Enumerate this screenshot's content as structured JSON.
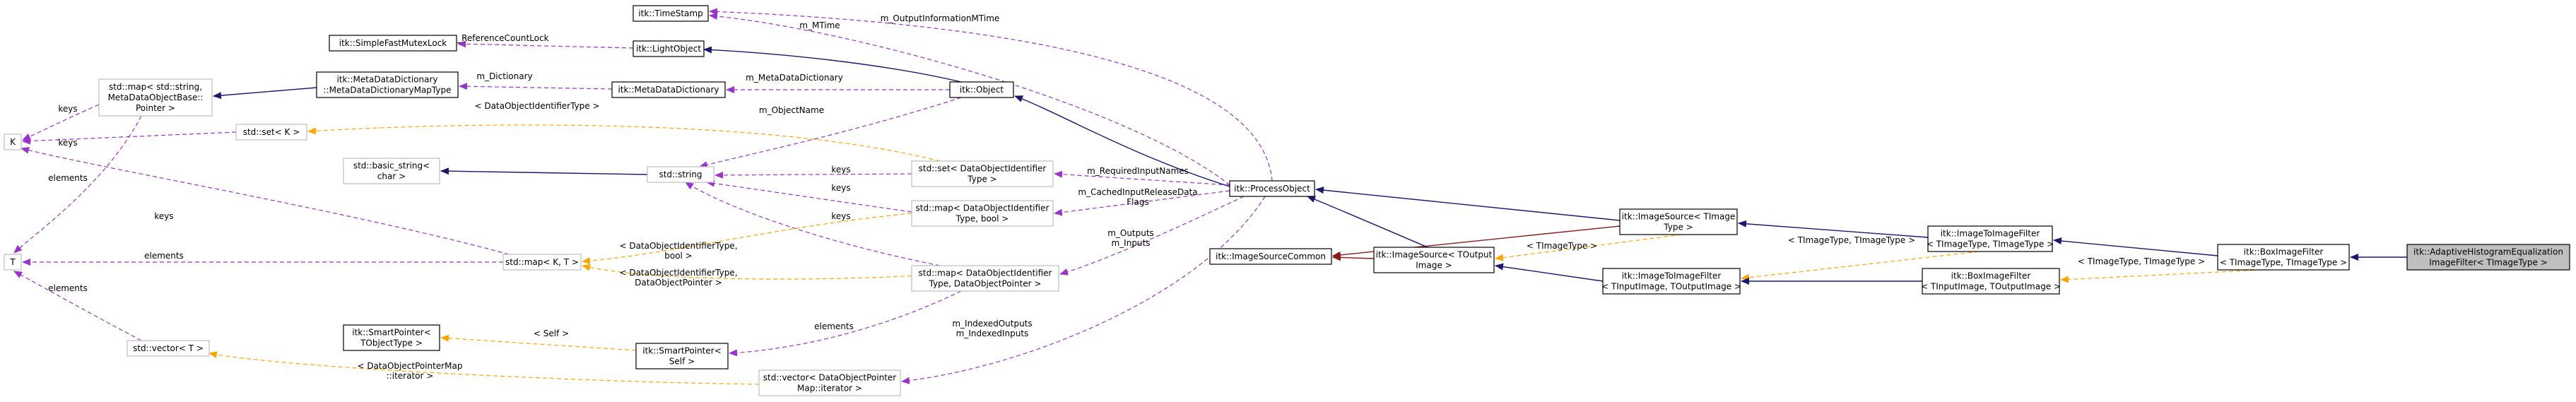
{
  "nodes": {
    "timestamp": [
      "itk::TimeStamp"
    ],
    "simplefastmutexlock": [
      "itk::SimpleFastMutexLock"
    ],
    "lightobject": [
      "itk::LightObject"
    ],
    "stdmap_string": [
      "std::map< std::string,",
      "MetaDataObjectBase::",
      "Pointer >"
    ],
    "mdd_maptype": [
      "itk::MetaDataDictionary",
      "::MetaDataDictionaryMapType"
    ],
    "metadatadictionary": [
      "itk::MetaDataDictionary"
    ],
    "object": [
      "itk::Object"
    ],
    "k": [
      "K"
    ],
    "stdset_k": [
      "std::set< K >"
    ],
    "stdbasicstring": [
      "std::basic_string<",
      "char >"
    ],
    "stdstring": [
      "std::string"
    ],
    "set_dataobjectid": [
      "std::set< DataObjectIdentifier",
      "Type >"
    ],
    "processobject": [
      "itk::ProcessObject"
    ],
    "map_dataobjectid_bool": [
      "std::map< DataObjectIdentifier",
      "Type, bool >"
    ],
    "imagesource_timage": [
      "itk::ImageSource< TImage",
      "Type >"
    ],
    "imagetoimagefilter_timage": [
      "itk::ImageToImageFilter",
      "< TImageType, TImageType >"
    ],
    "boximagefilter_timage": [
      "itk::BoxImageFilter",
      "< TImageType, TImageType >"
    ],
    "adaptive": [
      "itk::AdaptiveHistogramEqualization",
      "ImageFilter< TImageType >"
    ],
    "t": [
      "T"
    ],
    "stdmap_kt": [
      "std::map< K, T >"
    ],
    "imagesourcecommon": [
      "itk::ImageSourceCommon"
    ],
    "imagesource_toutput": [
      "itk::ImageSource< TOutput",
      "Image >"
    ],
    "imagetoimagefilter_tin": [
      "itk::ImageToImageFilter",
      "< TInputImage, TOutputImage >"
    ],
    "boximagefilter_tin": [
      "itk::BoxImageFilter",
      "< TInputImage, TOutputImage >"
    ],
    "map_dataobjectid_ptr": [
      "std::map< DataObjectIdentifier",
      "Type, DataObjectPointer >"
    ],
    "smartpointer_tobject": [
      "itk::SmartPointer<",
      "TObjectType >"
    ],
    "smartpointer_self": [
      "itk::SmartPointer<",
      "Self >"
    ],
    "stdvector_t": [
      "std::vector< T >"
    ],
    "stdvector_iter": [
      "std::vector< DataObjectPointer",
      "Map::iterator >"
    ]
  },
  "edge_labels": {
    "mtime": [
      "m_MTime"
    ],
    "output_mtime": [
      "m_OutputInformationMTime"
    ],
    "refcount": [
      "m_ReferenceCountLock"
    ],
    "dictionary": [
      "m_Dictionary"
    ],
    "metadatadictionary": [
      "m_MetaDataDictionary"
    ],
    "keys_stdmap": [
      "keys"
    ],
    "keys_set": [
      "keys"
    ],
    "elements_t": [
      "elements"
    ],
    "dataobjectidtype": [
      "< DataObjectIdentifierType >"
    ],
    "objectname": [
      "m_ObjectName"
    ],
    "keys_set_doid": [
      "keys"
    ],
    "keys_map_bool": [
      "keys"
    ],
    "keys_map_ptr": [
      "keys"
    ],
    "keys_kt": [
      "keys"
    ],
    "required": [
      "m_RequiredInputNames"
    ],
    "cached": [
      "m_CachedInputReleaseData",
      "Flags"
    ],
    "outputs": [
      "m_Outputs",
      "m_Inputs"
    ],
    "doidtype_bool": [
      "< DataObjectIdentifierType,",
      "bool >"
    ],
    "doidtype_ptr": [
      "< DataObjectIdentifierType,",
      "DataObjectPointer >"
    ],
    "elements_kt": [
      "elements"
    ],
    "timagetype_1": [
      "< TImageType >"
    ],
    "timagetype_2": [
      "< TImageType, TImageType >"
    ],
    "timagetype_3": [
      "< TImageType, TImageType >"
    ],
    "self": [
      "< Self >"
    ],
    "elements_sp": [
      "elements"
    ],
    "indexed": [
      "m_IndexedOutputs",
      "m_IndexedInputs"
    ],
    "dopm_iter": [
      "< DataObjectPointerMap",
      "::iterator >"
    ],
    "elements_vec": [
      "elements"
    ]
  },
  "colors": {
    "inheritance": "#191970",
    "usage": "#9a32cd",
    "template": "#ffa500",
    "protected": "#8b1a1a",
    "focus_fill": "#bfbfbf",
    "undocumented_border": "#bfbfbf"
  }
}
